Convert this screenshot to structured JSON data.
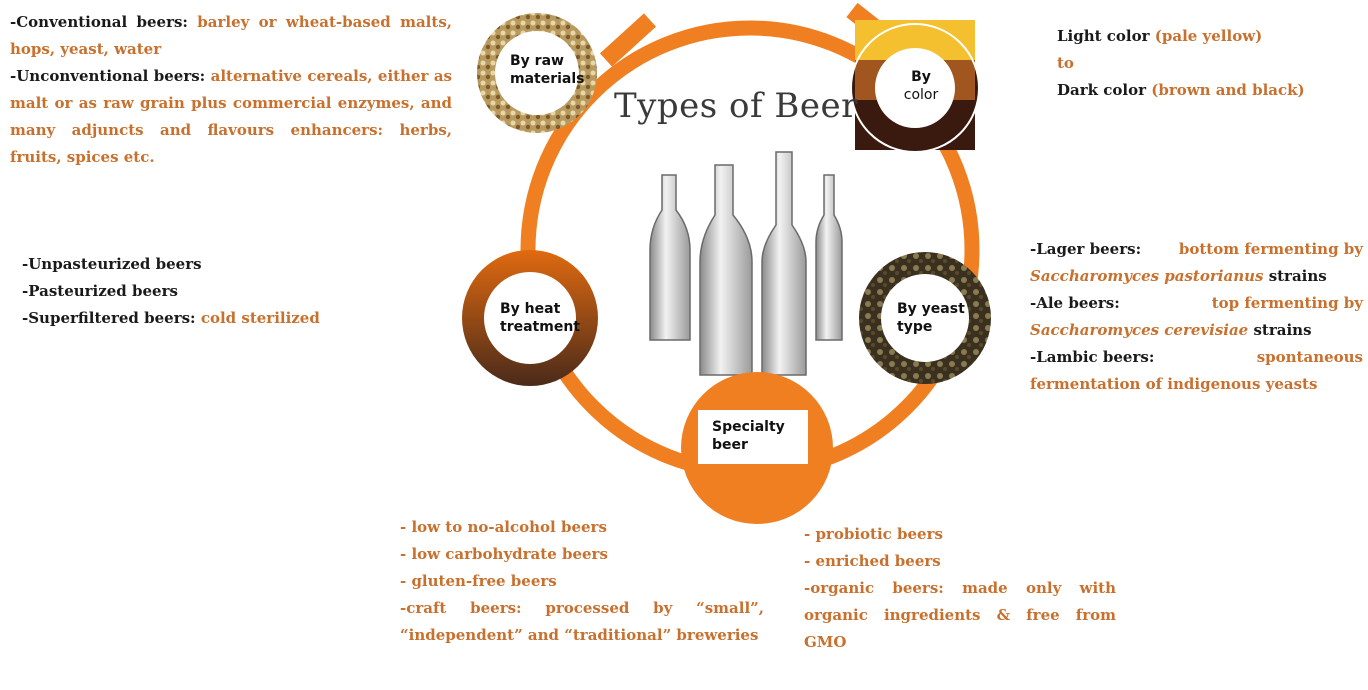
{
  "title": "Types of Beer",
  "colors": {
    "accent": "#f07f22",
    "accent_text": "#c8702e",
    "dark_text": "#1a1a1a"
  },
  "nodes": {
    "raw": "By raw materials",
    "raw_l1": "By raw",
    "raw_l2": "materials",
    "color_l1": "By",
    "color_l2": "color",
    "heat_l1": "By heat",
    "heat_l2": "treatment",
    "yeast_l1": "By yeast",
    "yeast_l2": "type",
    "specialty_l1": "Specialty",
    "specialty_l2": "beer"
  },
  "raw_text": {
    "conv_label": "-Conventional beers:",
    "conv_desc": "barley or wheat-based malts, hops, yeast, water",
    "unconv_label": "-Unconventional beers:",
    "unconv_desc": "alternative cereals, either as malt or as raw grain plus commercial enzymes, and many adjuncts and flavours enhancers: herbs, fruits, spices etc."
  },
  "heat_text": {
    "l1": "-Unpasteurized beers",
    "l2": "-Pasteurized beers",
    "l3_label": "-Superfiltered beers:",
    "l3_desc": "cold sterilized"
  },
  "color_text": {
    "light_label": "Light color",
    "light_desc": "(pale yellow)",
    "to": "to",
    "dark_label": "Dark color",
    "dark_desc": "(brown and black)"
  },
  "yeast_text": {
    "lager_label": "-Lager beers:",
    "lager_desc": "bottom fermenting by",
    "lager_species": "Saccharomyces pastorianus",
    "lager_strains": "strains",
    "ale_label": "-Ale beers:",
    "ale_desc": "top fermenting by",
    "ale_species": "Saccharomyces cerevisiae",
    "ale_strains": "strains",
    "lambic_label": "-Lambic beers:",
    "lambic_desc1": "spontaneous",
    "lambic_desc2": "fermentation of indigenous yeasts"
  },
  "specialty_left": {
    "l1": "- low to no-alcohol beers",
    "l2": "- low carbohydrate beers",
    "l3": "- gluten-free beers",
    "l4": "-craft beers: processed by “small”, “independent” and “traditional” breweries"
  },
  "specialty_right": {
    "l1": "- probiotic beers",
    "l2": "- enriched beers",
    "l3": "-organic beers: made only with organic ingredients & free from GMO"
  }
}
